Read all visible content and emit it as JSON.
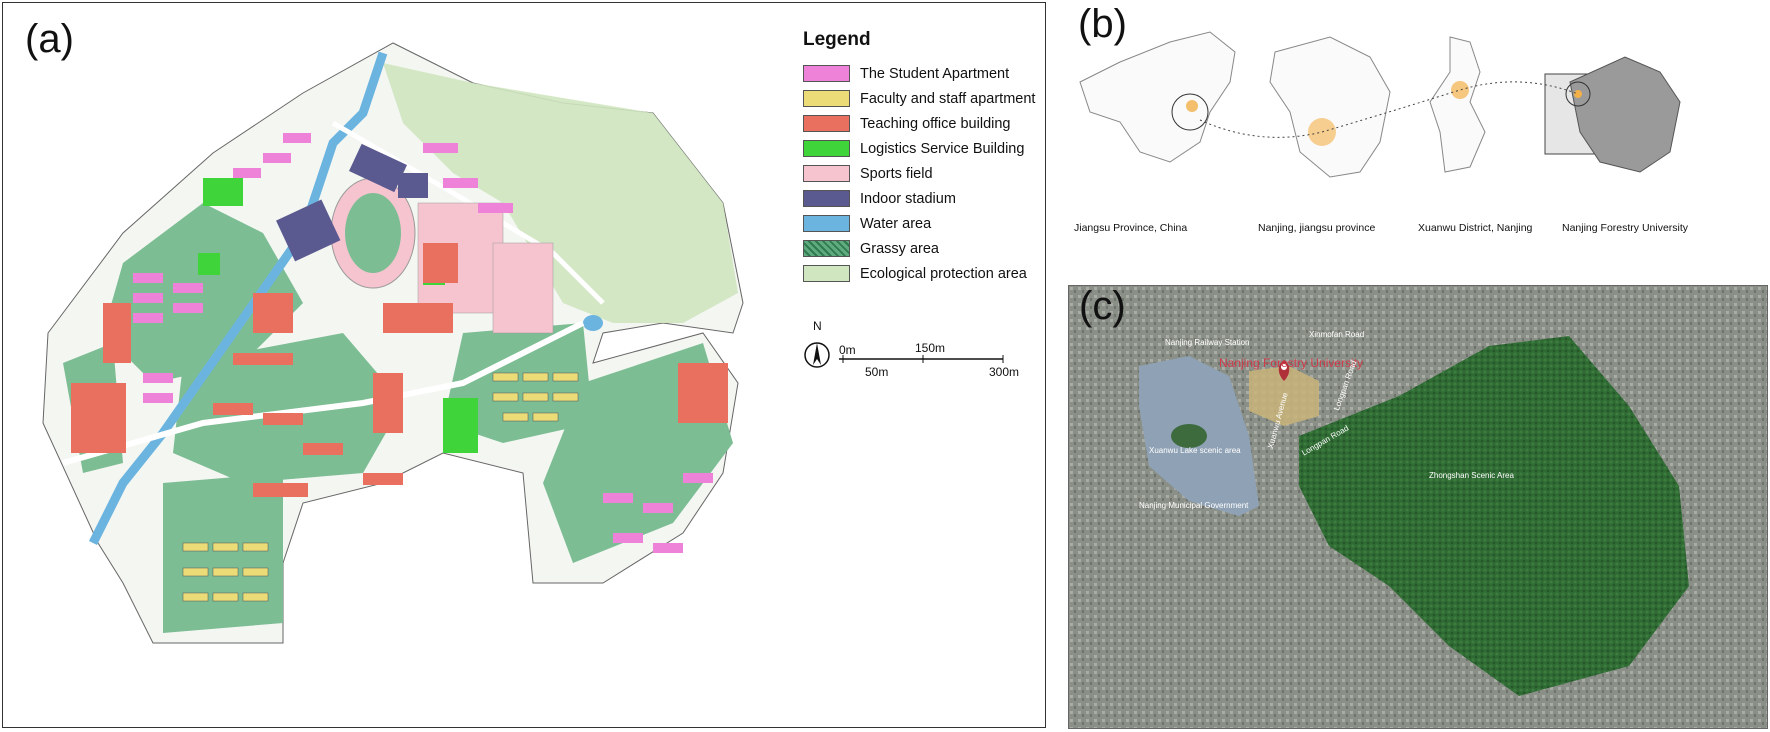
{
  "panel_a": {
    "label": "(a)",
    "legend_title": "Legend",
    "legend": [
      {
        "label": "The Student Apartment",
        "color": "#ee82d8"
      },
      {
        "label": "Faculty and staff apartment",
        "color": "#ecdc78"
      },
      {
        "label": "Teaching office building",
        "color": "#e9705f"
      },
      {
        "label": "Logistics Service Building",
        "color": "#3fd43a"
      },
      {
        "label": "Sports field",
        "color": "#f6c4cf"
      },
      {
        "label": "Indoor stadium",
        "color": "#5a5a90"
      },
      {
        "label": "Water area",
        "color": "#6bb4e0"
      },
      {
        "label": "Grassy area",
        "color": "#5faa7e"
      },
      {
        "label": "Ecological protection area",
        "color": "#cfe6c0"
      }
    ],
    "north_label": "N",
    "scale_labels": {
      "zero": "0m",
      "fifty": "50m",
      "one_fifty": "150m",
      "three_hundred": "300m"
    }
  },
  "panel_b": {
    "label": "(b)",
    "captions": [
      "Jiangsu Province, China",
      "Nanjing, jiangsu province",
      "Xuanwu District, Nanjing",
      "Nanjing Forestry University"
    ]
  },
  "panel_c": {
    "label": "(c)",
    "title": "Nanjing Forestry University",
    "places": [
      "Nanjing Railway Station",
      "Xuanwu Lake scenic area",
      "Nanjing Municipal Government",
      "Zhongshan Scenic Area",
      "Xinmofan Road",
      "Longpan Road",
      "Xuanwu Avenue",
      "Longpan Road"
    ]
  }
}
